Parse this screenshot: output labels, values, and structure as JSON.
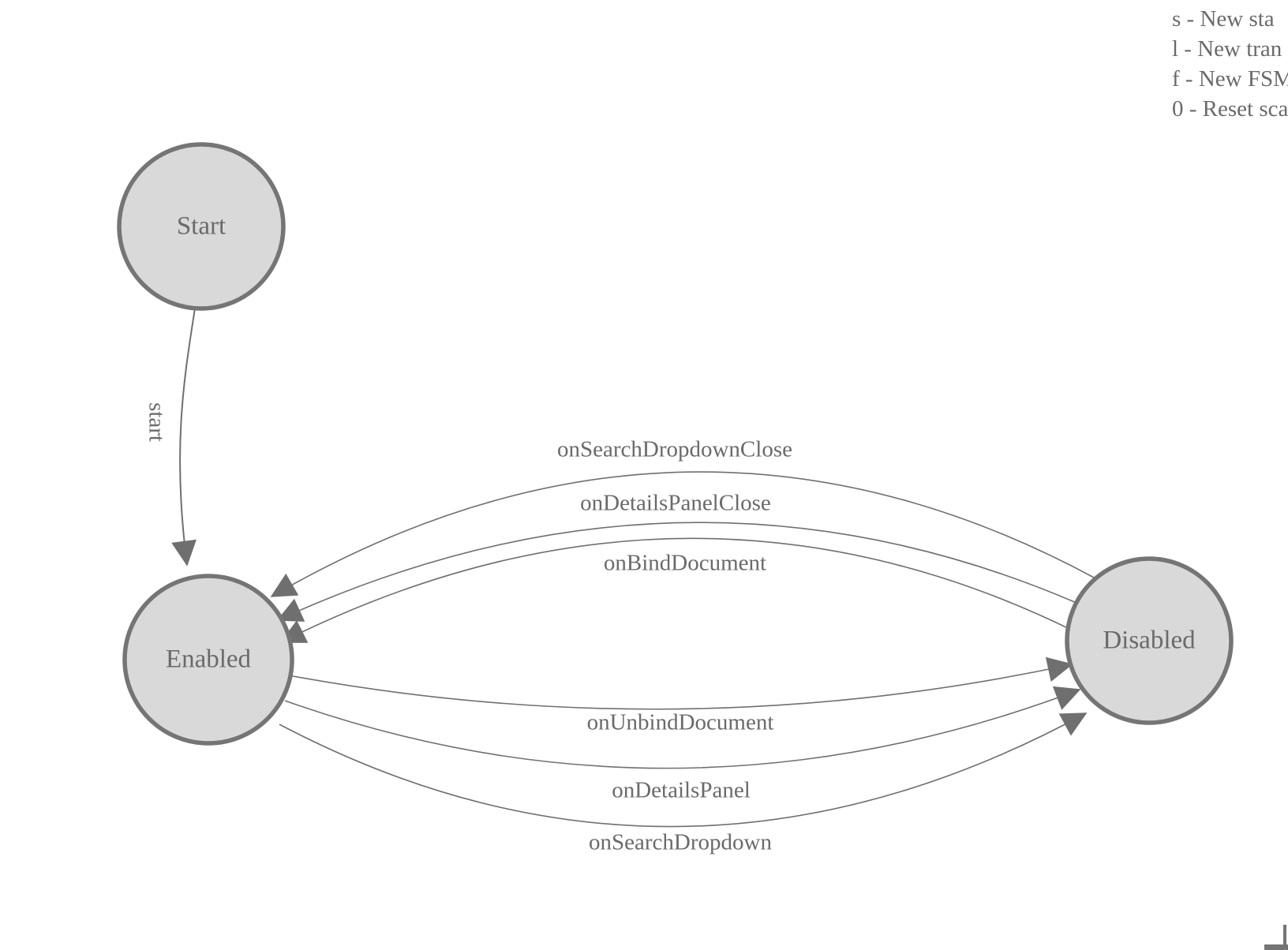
{
  "legend": {
    "lines": [
      "s - New sta",
      "l - New tran",
      "f - New FSM",
      "0 - Reset sca"
    ]
  },
  "nodes": {
    "start": {
      "label": "Start"
    },
    "enabled": {
      "label": "Enabled"
    },
    "disabled": {
      "label": "Disabled"
    }
  },
  "edges": {
    "start": {
      "label": "start",
      "from": "Start",
      "to": "Enabled"
    },
    "to_enabled": [
      {
        "label": "onSearchDropdownClose",
        "from": "Disabled",
        "to": "Enabled"
      },
      {
        "label": "onDetailsPanelClose",
        "from": "Disabled",
        "to": "Enabled"
      },
      {
        "label": "onBindDocument",
        "from": "Disabled",
        "to": "Enabled"
      }
    ],
    "to_disabled": [
      {
        "label": "onUnbindDocument",
        "from": "Enabled",
        "to": "Disabled"
      },
      {
        "label": "onDetailsPanel",
        "from": "Enabled",
        "to": "Disabled"
      },
      {
        "label": "onSearchDropdown",
        "from": "Enabled",
        "to": "Disabled"
      }
    ]
  },
  "colors": {
    "node_fill": "#d9d9d9",
    "node_stroke": "#757575",
    "edge_stroke": "#6f6f6f",
    "text": "#6a6a6a"
  }
}
